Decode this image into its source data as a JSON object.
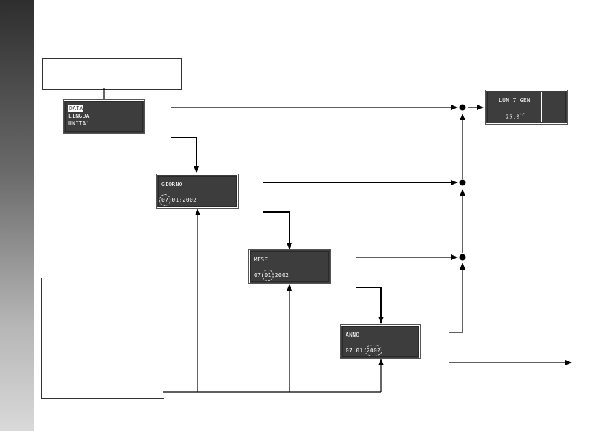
{
  "menu_screen": {
    "items": [
      "DATA",
      "LINGUA",
      "UNITA'"
    ],
    "selected": "DATA"
  },
  "giorno_screen": {
    "label": "GIORNO",
    "day": "07",
    "sep1": ":",
    "month": "01",
    "sep2": ":",
    "year": "2002"
  },
  "mese_screen": {
    "label": "MESE",
    "day": "07",
    "sep1": ":",
    "month": "01",
    "sep2": ":",
    "year": "2002"
  },
  "anno_screen": {
    "label": "ANNO",
    "day": "07",
    "sep1": ":",
    "month": "01",
    "sep2": ":",
    "year": "2002"
  },
  "result_screen": {
    "date_line": "LUN 7 GEN",
    "temperature": "25.0",
    "unit": "°C"
  },
  "icons": {
    "flow_arrow": "arrow-right-icon",
    "junction": "junction-dot-icon",
    "blinking_field": "blink-indicator-icon"
  },
  "colors": {
    "lcd_background": "#3d3d3d",
    "lcd_text": "#ffffff",
    "line": "#000000"
  }
}
